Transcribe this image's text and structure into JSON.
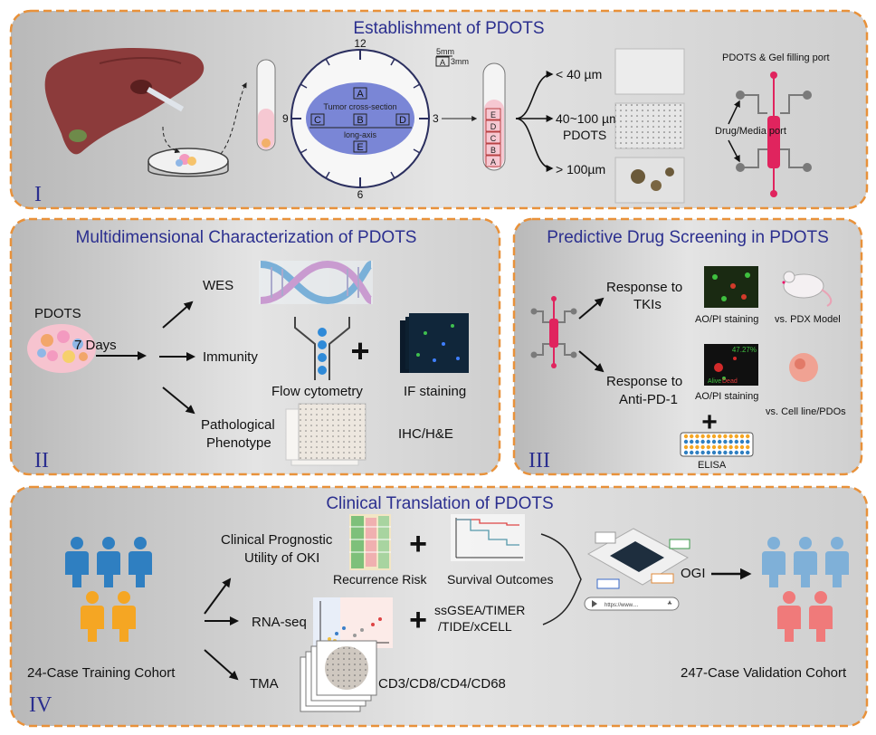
{
  "panel1": {
    "title": "Establishment of PDOTS",
    "roman": "I",
    "clock": {
      "top": "12",
      "right": "3",
      "bottom": "6",
      "left": "9"
    },
    "tumor_label": "Tumor cross-section",
    "long_axis_label": "long-axis",
    "section_letters": [
      "A",
      "B",
      "C",
      "D",
      "E"
    ],
    "tube_letters": [
      "E",
      "D",
      "C",
      "B",
      "A"
    ],
    "scale_5mm": "5mm",
    "scale_a": "A",
    "scale_3mm": "3mm",
    "size_small": "< 40 µm",
    "size_mid": "40~100 µm",
    "size_mid_name": "PDOTS",
    "size_large": "> 100µm",
    "gel_port": "PDOTS & Gel filling port",
    "drug_port": "Drug/Media port"
  },
  "panel2": {
    "title": "Multidimensional Characterization of PDOTS",
    "roman": "II",
    "pdots": "PDOTS",
    "days": "7 Days",
    "wes": "WES",
    "immunity": "Immunity",
    "flow": "Flow cytometry",
    "if_staining": "IF staining",
    "patho_1": "Pathological",
    "patho_2": "Phenotype",
    "ihc": "IHC/H&E"
  },
  "panel3": {
    "title": "Predictive Drug Screening in PDOTS",
    "roman": "III",
    "resp_tki_1": "Response to",
    "resp_tki_2": "TKIs",
    "aopi_1": "AO/PI staining",
    "pdx": "vs. PDX Model",
    "resp_pd1_1": "Response to",
    "resp_pd1_2": "Anti-PD-1",
    "aopi_2": "AO/PI staining",
    "cellline": "vs. Cell line/PDOs",
    "elisa": "ELISA",
    "micro_pct": "47.27%",
    "alive": "Alive",
    "dead": "Dead"
  },
  "panel4": {
    "title": "Clinical Translation of PDOTS",
    "roman": "IV",
    "clinical_1": "Clinical Prognostic",
    "clinical_2": "Utility of OKI",
    "recurrence": "Recurrence Risk",
    "survival": "Survival Outcomes",
    "rnaseq": "RNA-seq",
    "ssgsea_1": "ssGSEA/TIMER",
    "ssgsea_2": "/TIDE/xCELL",
    "tma": "TMA",
    "markers": "CD3/CD8/CD4/CD68",
    "training": "24-Case Training Cohort",
    "ogi": "OGI",
    "validation": "247-Case Validation Cohort",
    "url_text": "https://www...."
  },
  "colors": {
    "panel_border": "#e8913a",
    "panel_fill": "#d9d9d9",
    "title_blue": "#2b2f8f",
    "chip_pink": "#e0245e",
    "people_blue": "#2f7fc1",
    "people_orange": "#f5a623",
    "people_lightblue": "#7fb0d8",
    "people_pink": "#f07a7a"
  }
}
